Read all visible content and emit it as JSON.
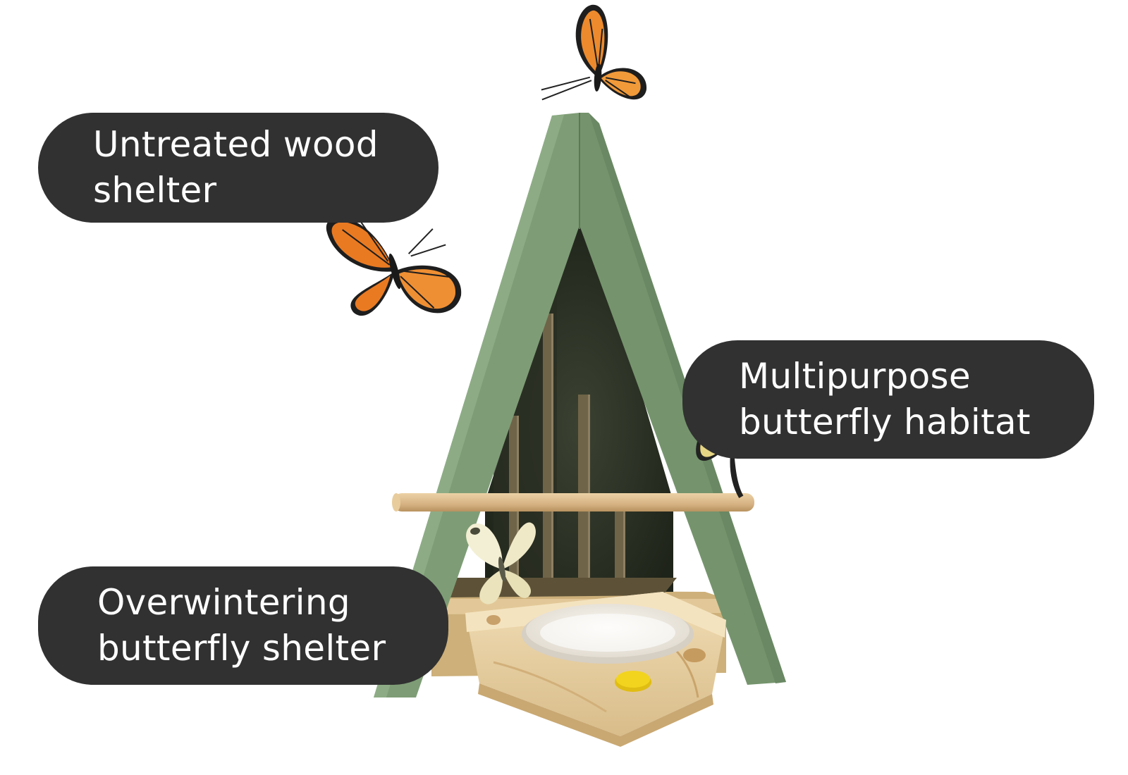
{
  "callouts": {
    "wood": {
      "line1": "Untreated wood",
      "line2": "shelter"
    },
    "habitat": {
      "line1": "Multipurpose",
      "line2": "butterfly habitat"
    },
    "overwinter": {
      "line1": "Overwintering",
      "line2": "butterfly shelter"
    }
  },
  "colors": {
    "roof": "#7e9d76",
    "roof_edge": "#6a8863",
    "interior": "#2d3226",
    "slat": "#6f6448",
    "base_wood": "#e6cfa4",
    "dowel": "#d9b888",
    "callout_bg": "#313131",
    "callout_text": "#ffffff",
    "monarch": "#e9822a",
    "swallowtail": "#e9d98a",
    "cabbage_white": "#f1edcf",
    "feeder_cap": "#f2d41f"
  },
  "icons": {
    "shelter": "butterfly-house-illustration",
    "butterflies": [
      "monarch-butterfly-icon",
      "viceroy-butterfly-icon",
      "swallowtail-butterfly-icon",
      "cabbage-white-butterfly-icon"
    ]
  }
}
